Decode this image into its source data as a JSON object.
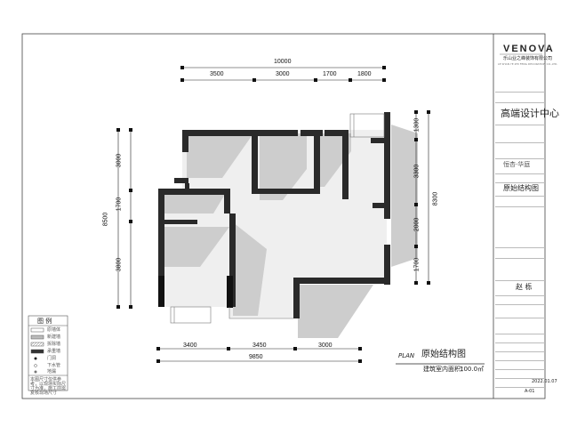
{
  "brand": {
    "logo_text": "VENOVA",
    "company_cn": "乐山业之峰装饰有限公司",
    "company_en": "LE SHAN YE ZHI FENG DECORATION CO.,LTD."
  },
  "title_block": {
    "center": "高端设计中心",
    "project": "恒杏·华庭",
    "drawing_name": "原始结构图",
    "signature": "赵 栎",
    "date": "2022.01.07",
    "sheet_no": "A-01"
  },
  "plan": {
    "label_en": "PLAN",
    "label_cn": "原始结构图",
    "area_label": "建筑室内面积：",
    "area_value": "100.0㎡"
  },
  "dims": {
    "top_total": "10000",
    "top": [
      "3500",
      "3000",
      "1700",
      "1800"
    ],
    "bottom": [
      "3400",
      "3450",
      "3000"
    ],
    "bottom_total": "9850",
    "left_total": "8500",
    "left": [
      "3000",
      "1700",
      "3800"
    ],
    "right": [
      "1300",
      "3300",
      "2000",
      "1700"
    ],
    "right_total": "8300"
  },
  "legend": {
    "title": "图  例",
    "items": [
      "原墙体",
      "新建墙",
      "拆除墙",
      "承重墙",
      "门洞",
      "下水管",
      "地漏"
    ],
    "note": "本图尺寸仅供参考，以现场实际尺寸为准，施工前需复核现场尺寸"
  },
  "colors": {
    "wall": "#2b2b2b",
    "shade": "#cfcfcf",
    "floor": "#f0f0f0",
    "line": "#333333"
  }
}
